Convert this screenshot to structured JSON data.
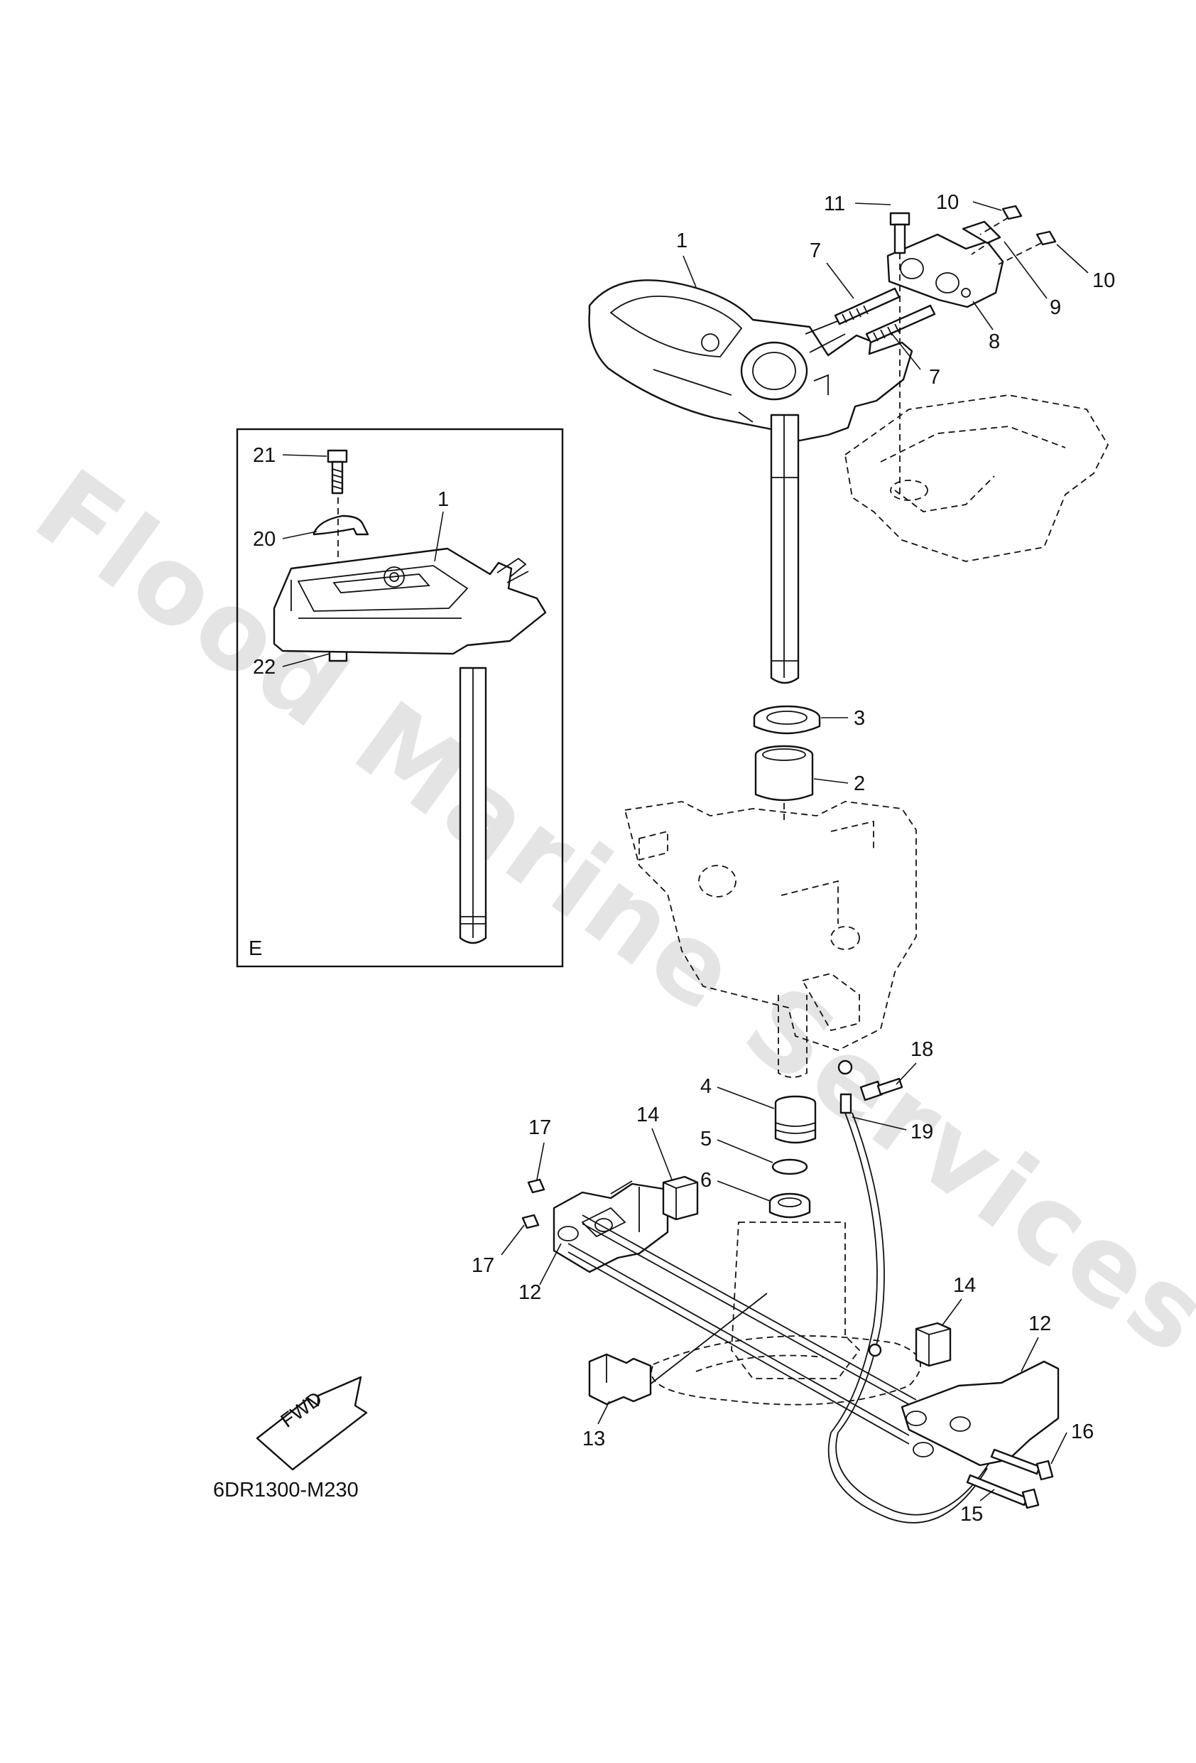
{
  "watermark": "Flood Marine Services",
  "drawing_code": "6DR1300-M230",
  "inset_label": "E",
  "fwd_label": "FWD",
  "callouts": {
    "c1a": "1",
    "c7a": "7",
    "c7b": "7",
    "c8": "8",
    "c9": "9",
    "c10a": "10",
    "c10b": "10",
    "c11": "11",
    "c3": "3",
    "c2": "2",
    "c4": "4",
    "c5": "5",
    "c6": "6",
    "c18": "18",
    "c19": "19",
    "c14a": "14",
    "c14b": "14",
    "c17a": "17",
    "c17b": "17",
    "c12a": "12",
    "c12b": "12",
    "c13": "13",
    "c15": "15",
    "c16": "16",
    "c21": "21",
    "c20": "20",
    "c1b": "1",
    "c22": "22"
  }
}
